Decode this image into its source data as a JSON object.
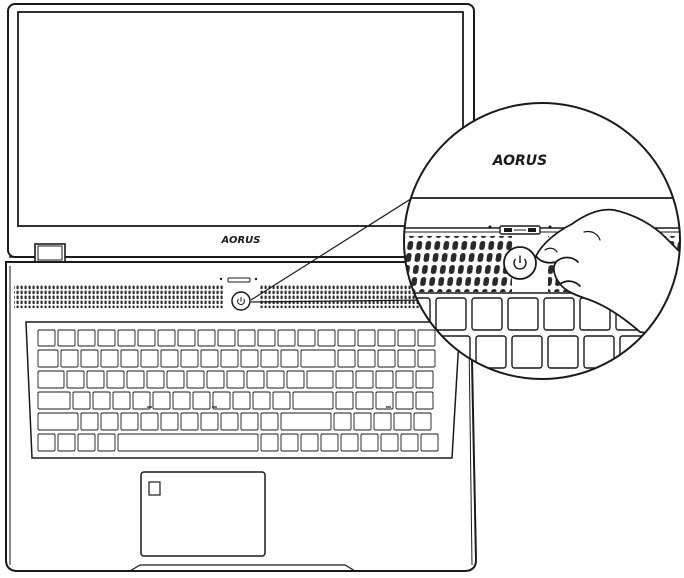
{
  "brand": {
    "screen_logo": "AORUS",
    "zoom_logo": "AORUS"
  },
  "callout": {
    "subject": "power-button",
    "power_icon": "power-icon",
    "hand_icon": "pointing-hand-icon"
  },
  "colors": {
    "outline": "#1a1a1a",
    "background": "#ffffff",
    "grille": "#333333"
  }
}
